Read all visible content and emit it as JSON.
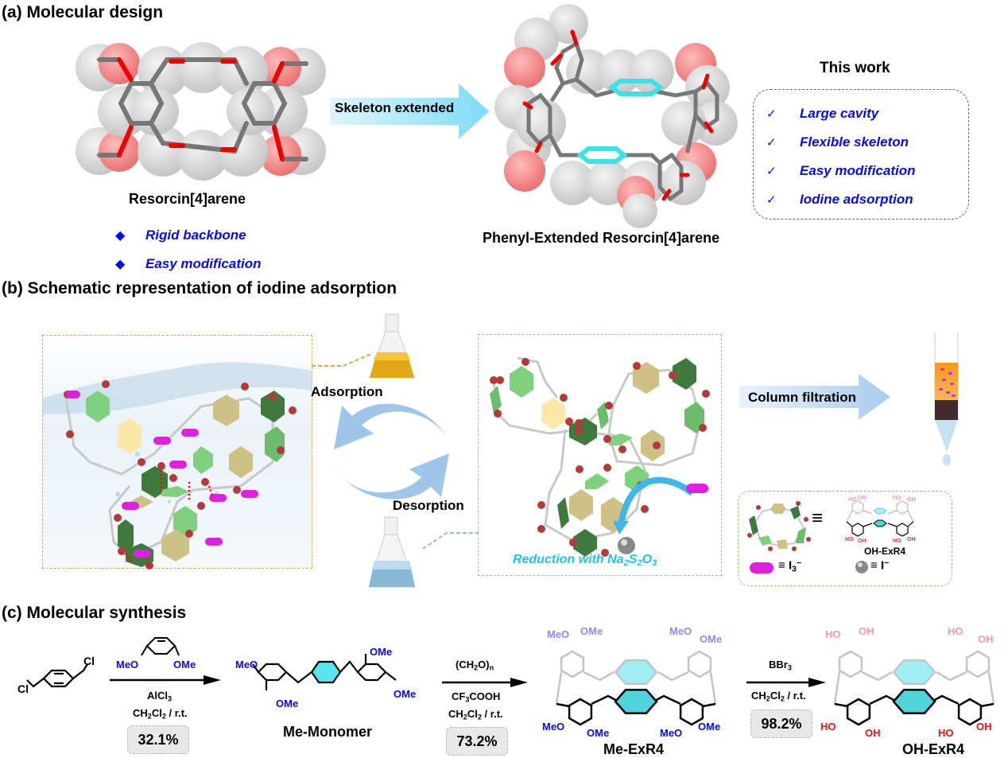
{
  "panel_a": {
    "title": "(a)  Molecular design",
    "left_molecule": {
      "name": "Resorcin[4]arene",
      "features": [
        "Rigid backbone",
        "Easy modification"
      ],
      "bullet_icon": "diamond"
    },
    "arrow_label": "Skeleton extended",
    "right_molecule": {
      "name": "Phenyl-Extended Resorcin[4]arene"
    },
    "this_work": {
      "title": "This work",
      "check_icon": "✓",
      "features": [
        "Large cavity",
        "Flexible skeleton",
        "Easy modification",
        "Iodine adsorption"
      ]
    }
  },
  "panel_b": {
    "title": "(b)  Schematic representation of iodine adsorption",
    "adsorption_label": "Adsorption",
    "desorption_label": "Desorption",
    "reduction_label_prefix": "Reduction with Na",
    "reduction_sub1": "2",
    "reduction_mid1": "S",
    "reduction_sub2": "2",
    "reduction_mid2": "O",
    "reduction_sub3": "3",
    "column_label": "Column filtration",
    "legend": {
      "equiv_symbol": "≡",
      "host_name": "OH-ExR4",
      "triiodide_base": "I",
      "triiodide_sub": "3",
      "triiodide_sup": "−",
      "iodide_base": "I",
      "iodide_sup": "−"
    }
  },
  "panel_c": {
    "title": "(c)  Molecular synthesis",
    "start_material_labels": [
      "Cl",
      "Cl"
    ],
    "step1": {
      "reagent_groups": [
        "MeO",
        "OMe"
      ],
      "catalyst_base": "AlCl",
      "catalyst_sub": "3",
      "solvent_a": "CH",
      "solvent_sub1": "2",
      "solvent_b": "Cl",
      "solvent_sub2": "2",
      "solvent_c": " / r.t.",
      "yield": "32.1%"
    },
    "product1": {
      "name": "Me-Monomer",
      "groups": [
        "MeO",
        "OMe",
        "OMe",
        "OMe"
      ]
    },
    "step2": {
      "reagent_a": "(CH",
      "reagent_sub1": "2",
      "reagent_b": "O)",
      "reagent_sub2": "n",
      "acid_a": "CF",
      "acid_sub": "3",
      "acid_b": "COOH",
      "solvent": "CH2Cl2 / r.t.",
      "yield": "73.2%"
    },
    "product2": {
      "name": "Me-ExR4",
      "top_groups": [
        "MeO",
        "OMe",
        "MeO",
        "OMe"
      ],
      "bottom_groups": [
        "MeO",
        "OMe",
        "MeO",
        "OMe"
      ]
    },
    "step3": {
      "reagent_base": "BBr",
      "reagent_sub": "3",
      "solvent": "CH2Cl2 / r.t.",
      "yield": "98.2%"
    },
    "product3": {
      "name": "OH-ExR4",
      "top_groups": [
        "HO",
        "OH",
        "HO",
        "OH"
      ],
      "bottom_groups": [
        "HO",
        "OH",
        "HO",
        "OH"
      ]
    }
  },
  "colors": {
    "blue_text": "#0a0ae6",
    "cyan_accent": "#22bff0",
    "arrow_cyan": "#8fe3f7",
    "oxygen_red": "#e8141a",
    "gold_dash": "#d4a94a",
    "blue_dash": "#8cbde6",
    "green_dash": "#8fc46a",
    "iodine_magenta": "#e020e0"
  }
}
